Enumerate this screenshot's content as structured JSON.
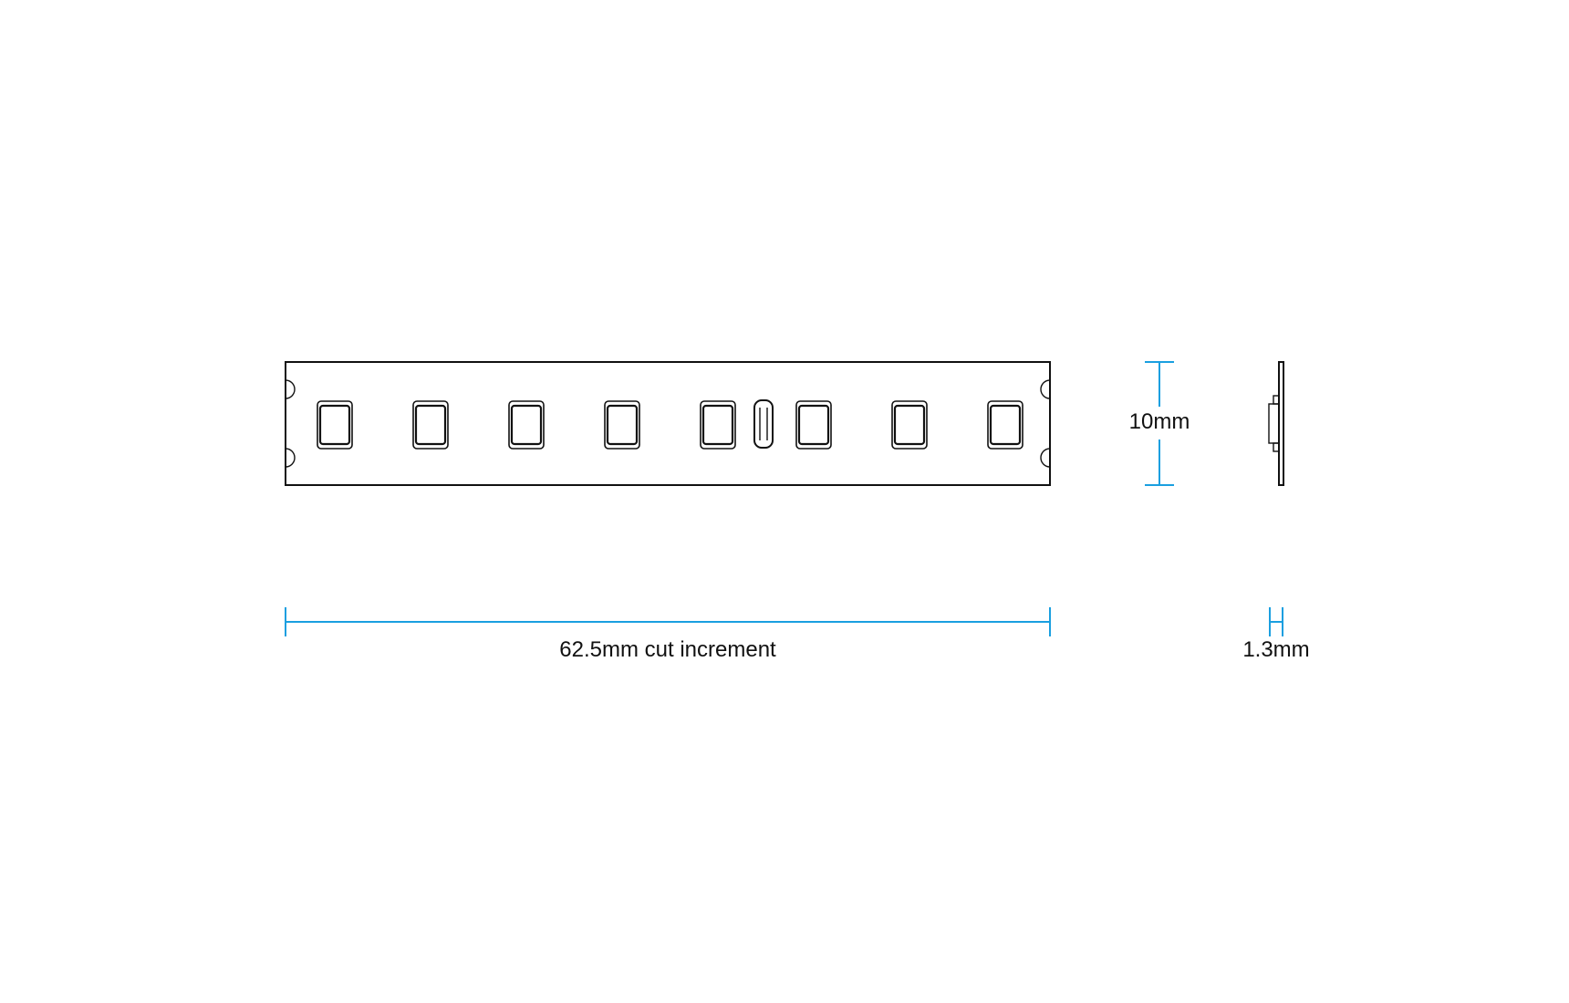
{
  "colors": {
    "outline": "#111111",
    "dimension": "#1a9fe0",
    "background": "#ffffff"
  },
  "strip": {
    "led_count": 8,
    "has_resistor": true
  },
  "dimensions": {
    "length_label": "62.5mm cut increment",
    "width_label": "10mm",
    "thickness_label": "1.3mm"
  }
}
